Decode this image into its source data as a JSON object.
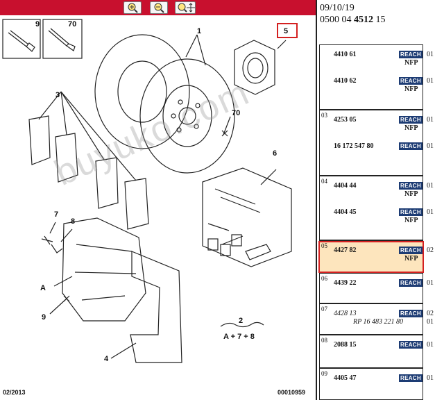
{
  "toolbar": {
    "zoom_in": "zoom-in-icon",
    "zoom_out": "zoom-out-icon",
    "pan": "zoom-pan-icon",
    "color": "#c8102e"
  },
  "header": {
    "date": "09/10/19",
    "ref_prefix": "0500 04",
    "ref_bold": "4512",
    "ref_suffix": "15"
  },
  "diagram": {
    "labels": {
      "l1": "1",
      "l3": "3",
      "l4": "4",
      "l5": "5",
      "l6": "6",
      "l7": "7",
      "l8": "8",
      "l9": "9",
      "l70": "70",
      "l9b": "9",
      "l70b": "70",
      "lA": "A",
      "l2": "2",
      "formula": "A + 7 + 8"
    },
    "watermark": "buyuko.com",
    "footer_left": "02/2013",
    "footer_right": "00010959"
  },
  "reach_label": "REACH",
  "nfp_label": "NFP",
  "groups": [
    {
      "index": "",
      "rows": [
        {
          "part": "4410 61",
          "reach": true,
          "nfp": true,
          "qty": "01"
        },
        {
          "part": "4410 62",
          "reach": true,
          "nfp": true,
          "qty": "01"
        }
      ]
    },
    {
      "index": "03",
      "rows": [
        {
          "part": "4253 05",
          "reach": true,
          "nfp": true,
          "qty": "01"
        },
        {
          "part": "16 172 547 80",
          "reach": true,
          "nfp": false,
          "qty": "01"
        }
      ]
    },
    {
      "index": "04",
      "rows": [
        {
          "part": "4404 44",
          "reach": true,
          "nfp": true,
          "qty": "01"
        },
        {
          "part": "4404 45",
          "reach": true,
          "nfp": true,
          "qty": "01"
        }
      ]
    },
    {
      "index": "05",
      "selected": true,
      "rows": [
        {
          "part": "4427 82",
          "reach": true,
          "nfp": true,
          "qty": "02"
        }
      ]
    },
    {
      "index": "06",
      "rows": [
        {
          "part": "4439 22",
          "reach": true,
          "nfp": false,
          "qty": "01"
        }
      ]
    },
    {
      "index": "07",
      "rows": [
        {
          "part": "4428 13",
          "italic": true,
          "reach": true,
          "nfp": false,
          "qty": "02",
          "qty2": "01",
          "rp": "RP 16 483 221 80"
        }
      ]
    },
    {
      "index": "08",
      "rows": [
        {
          "part": "2088 15",
          "reach": true,
          "nfp": false,
          "qty": "01"
        }
      ]
    },
    {
      "index": "09",
      "rows": [
        {
          "part": "4405 47",
          "reach": true,
          "nfp": false,
          "qty": "01"
        }
      ]
    }
  ]
}
